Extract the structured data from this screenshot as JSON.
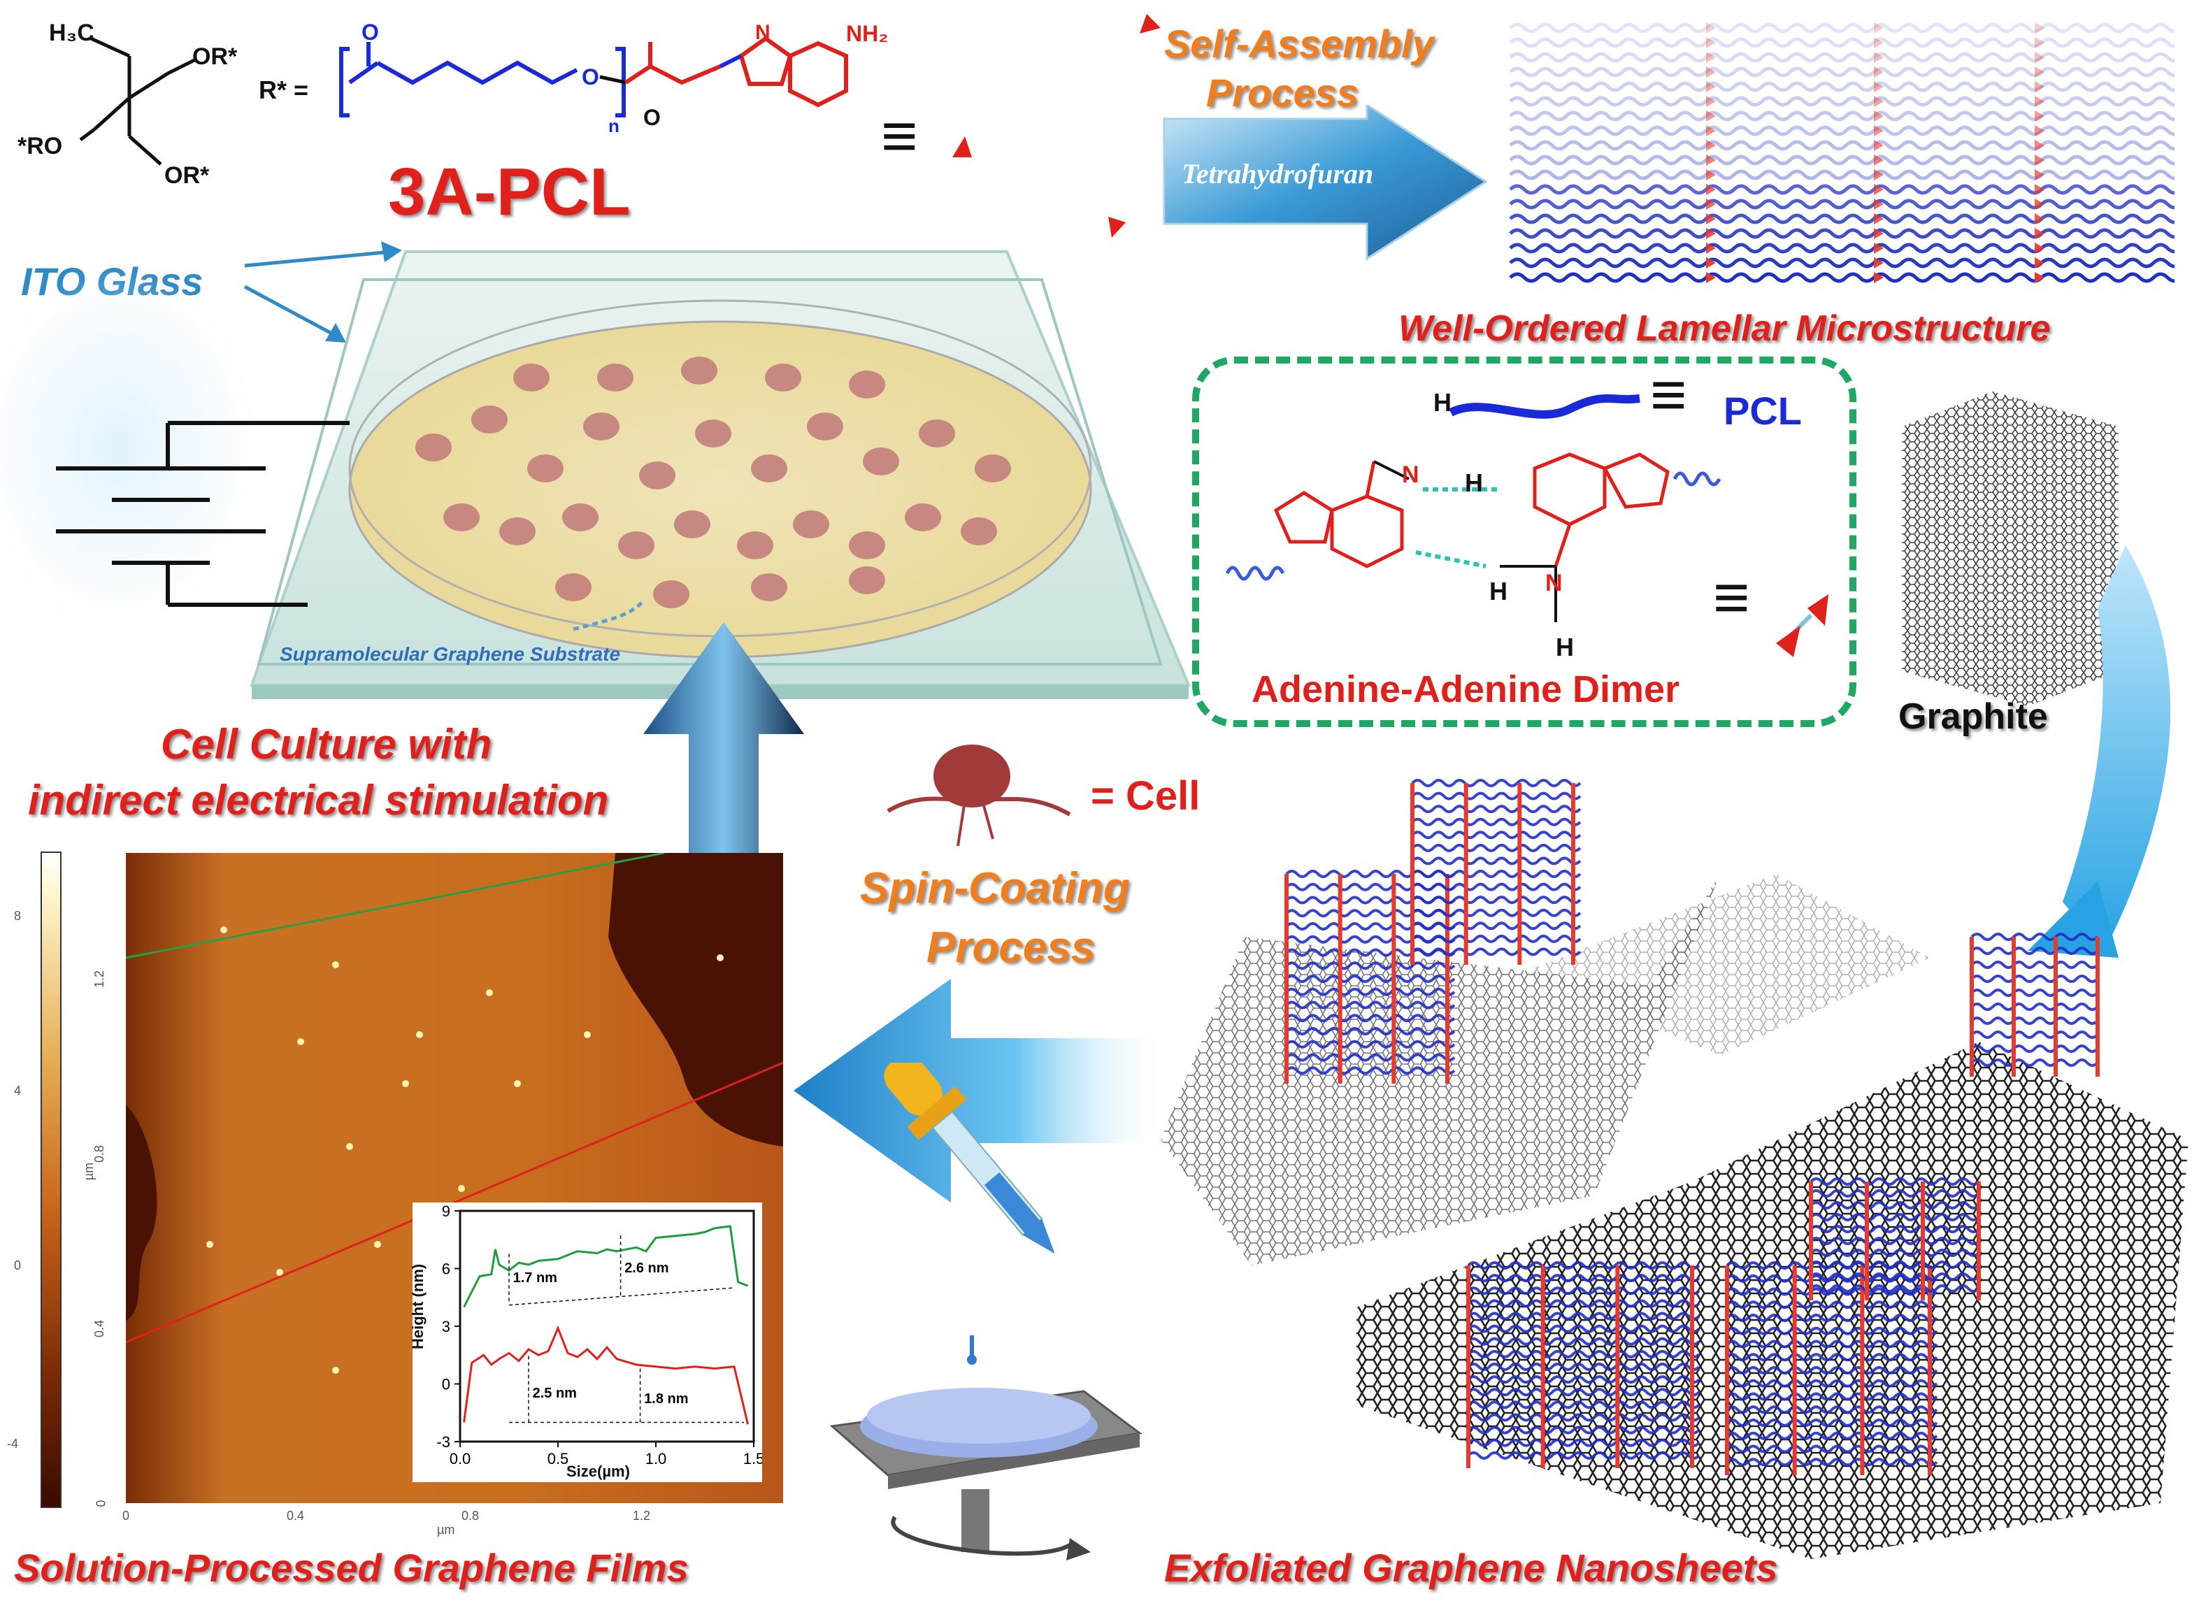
{
  "molecule": {
    "ch3": "H₃C",
    "or_top": "OR*",
    "ro_left": "*RO",
    "or_bottom": "OR*",
    "r_def": "R* =",
    "carbonyl_o1": "O",
    "ester_o": "O",
    "carbonyl_o2": "O",
    "subscript_n": "n",
    "nh2": "NH₂",
    "ring_n": "N",
    "equiv": "≡",
    "name": "3A-PCL"
  },
  "process": {
    "self_assembly": "Self-Assembly",
    "process_word": "Process",
    "solvent": "Tetrahydrofuran",
    "lamellar": "Well-Ordered Lamellar Microstructure"
  },
  "dimer": {
    "pcl_label": "PCL",
    "equiv": "≡",
    "title": "Adenine-Adenine Dimer",
    "atom_n": "N",
    "atom_h": "H"
  },
  "substrate": {
    "ito": "ITO Glass",
    "supramolecular": "Supramolecular Graphene Substrate"
  },
  "labels": {
    "cell_culture_1": "Cell Culture with",
    "cell_culture_2": "indirect electrical stimulation",
    "cell_legend": "= Cell",
    "spin_1": "Spin-Coating",
    "spin_2": "Process",
    "graphite": "Graphite",
    "films": "Solution-Processed Graphene Films",
    "nanosheets": "Exfoliated Graphene Nanosheets"
  },
  "afm": {
    "colorbar_ticks": [
      "8",
      "4",
      "0",
      "-4"
    ],
    "y_ticks": [
      "1.2",
      "0.8",
      "0.4",
      "0"
    ],
    "x_ticks": [
      "0",
      "0.4",
      "0.8",
      "1.2"
    ],
    "x_unit": "µm",
    "y_unit": "µm",
    "colors": {
      "low": "#3a0a00",
      "mid": "#c8641a",
      "high": "#fff6d0"
    }
  },
  "chart_data": {
    "type": "line",
    "xlabel": "Size(µm)",
    "ylabel": "Height (nm)",
    "xlim": [
      0,
      1.5
    ],
    "ylim": [
      -3,
      9
    ],
    "x_ticks": [
      "0.0",
      "0.5",
      "1.0",
      "1.5"
    ],
    "y_ticks": [
      "9",
      "6",
      "3",
      "0",
      "-3"
    ],
    "series": [
      {
        "color": "#1e9e3a",
        "x": [
          0.02,
          0.1,
          0.16,
          0.18,
          0.2,
          0.25,
          0.3,
          0.35,
          0.4,
          0.5,
          0.6,
          0.7,
          0.75,
          0.8,
          0.9,
          0.95,
          1.0,
          1.1,
          1.2,
          1.25,
          1.3,
          1.38,
          1.42,
          1.47
        ],
        "y": [
          4.0,
          5.6,
          5.7,
          7.0,
          6.2,
          5.9,
          6.3,
          6.2,
          6.4,
          6.5,
          6.9,
          6.8,
          7.0,
          6.9,
          7.1,
          6.9,
          7.6,
          7.7,
          7.8,
          7.9,
          8.1,
          8.2,
          5.3,
          5.1
        ]
      },
      {
        "color": "#e0201b",
        "x": [
          0.02,
          0.06,
          0.12,
          0.16,
          0.2,
          0.25,
          0.3,
          0.35,
          0.4,
          0.45,
          0.5,
          0.55,
          0.6,
          0.65,
          0.7,
          0.75,
          0.8,
          0.9,
          1.0,
          1.1,
          1.2,
          1.3,
          1.4,
          1.47
        ],
        "y": [
          -2.0,
          1.1,
          1.5,
          1.0,
          1.3,
          1.6,
          1.2,
          1.8,
          1.5,
          1.7,
          2.9,
          1.6,
          1.4,
          1.8,
          1.3,
          1.9,
          1.3,
          1.0,
          0.9,
          0.8,
          0.9,
          0.8,
          0.9,
          -2.1
        ]
      }
    ],
    "annotations": [
      "1.7 nm",
      "2.6 nm",
      "2.5 nm",
      "1.8 nm"
    ]
  }
}
